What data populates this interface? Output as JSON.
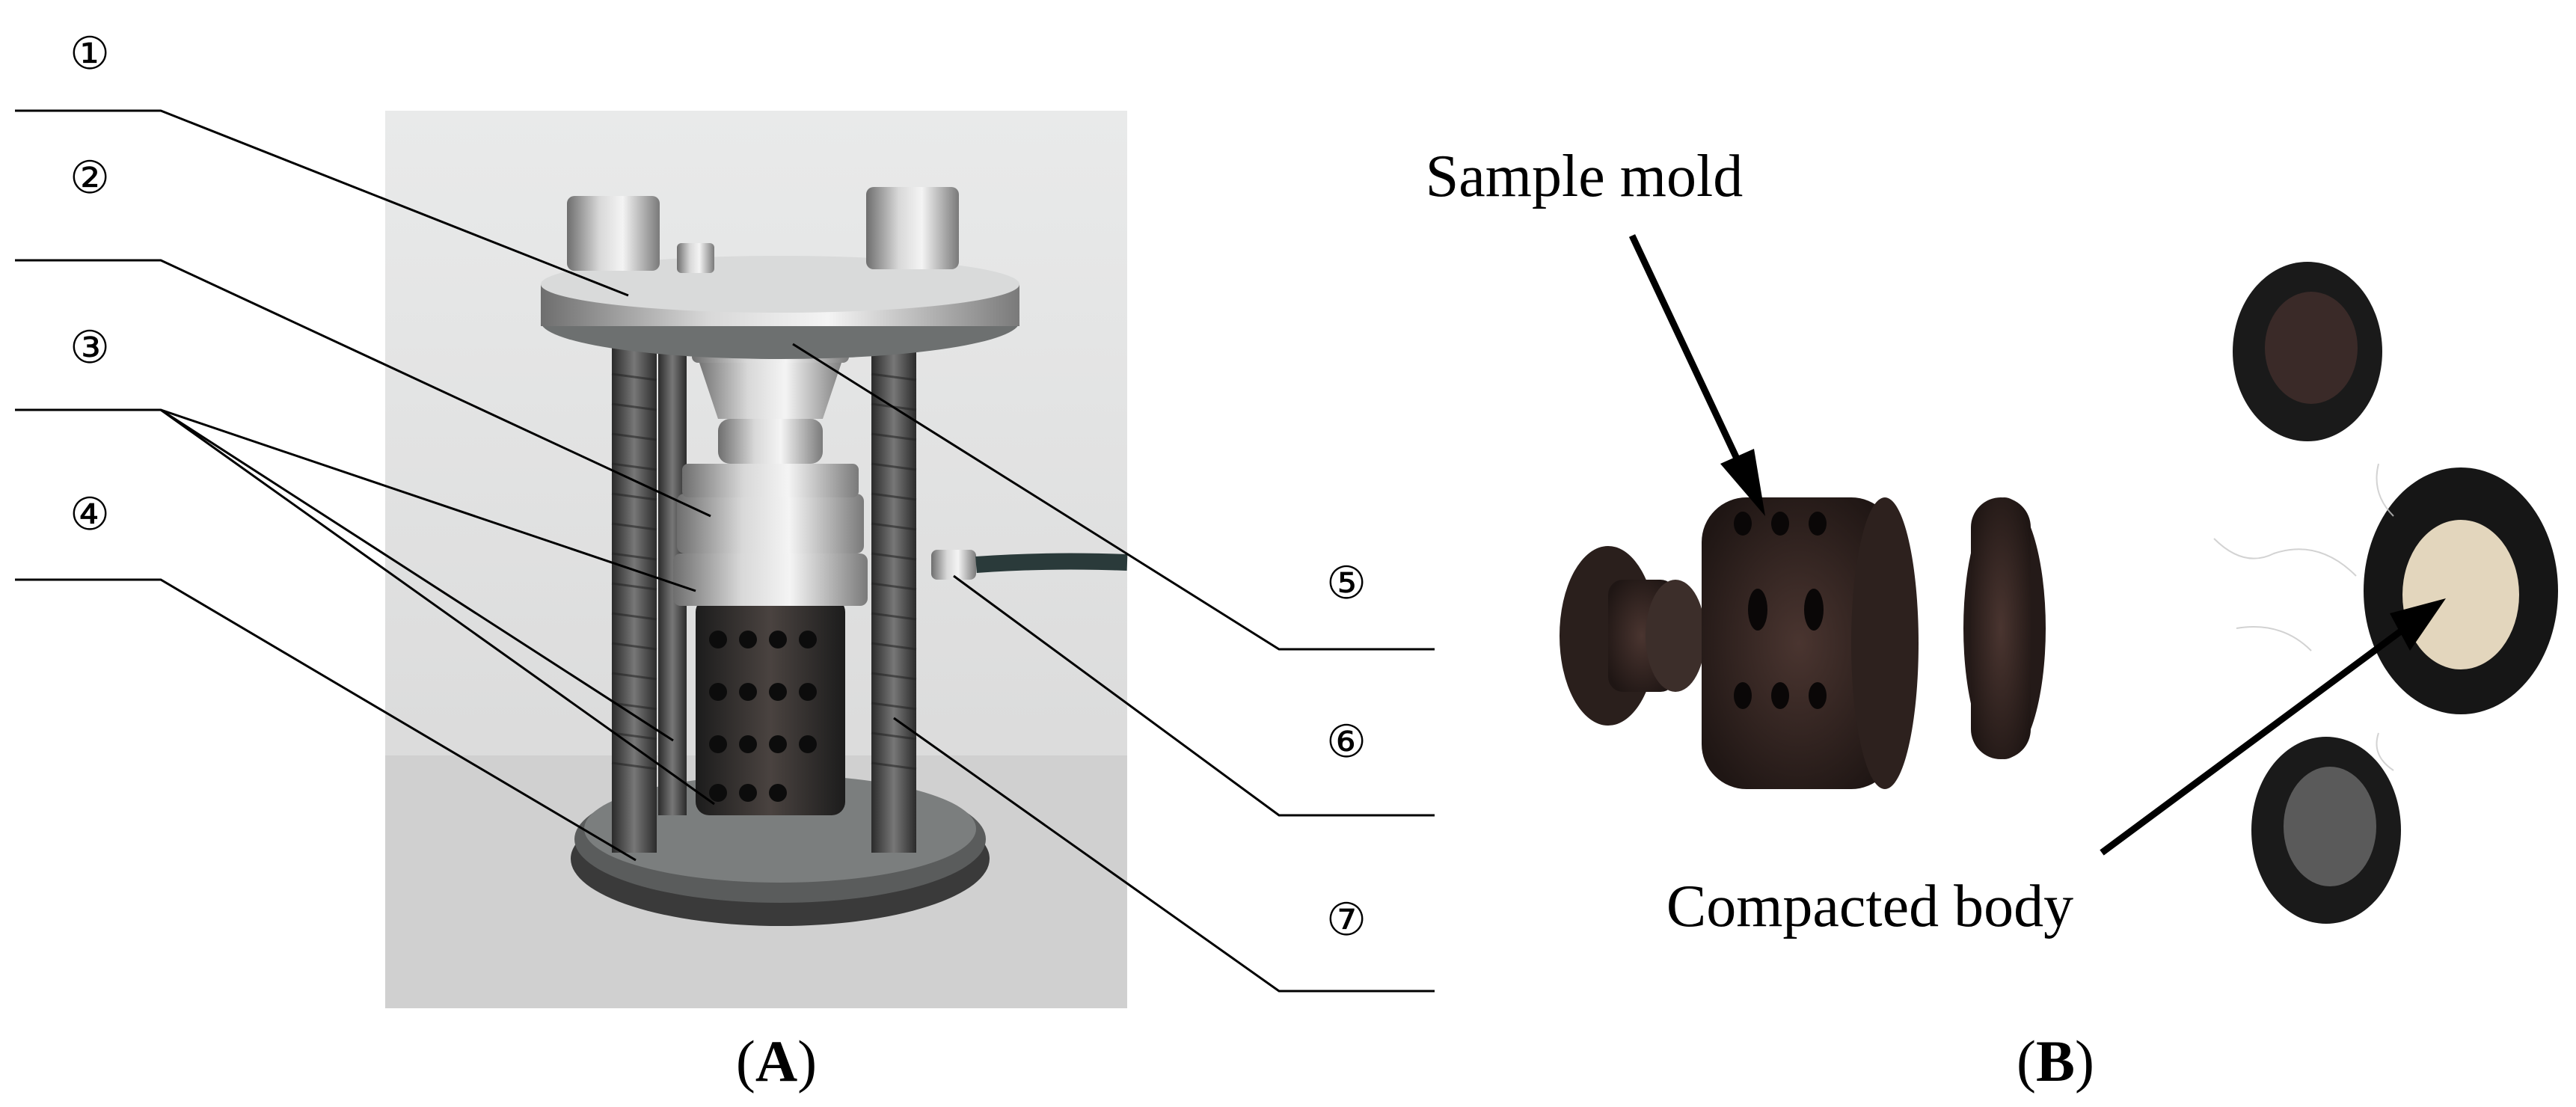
{
  "panel_a": {
    "caption": {
      "open": "(",
      "letter": "A",
      "close": ")"
    },
    "callouts": [
      "①",
      "②",
      "③",
      "④",
      "⑤",
      "⑥",
      "⑦"
    ]
  },
  "panel_b": {
    "caption": {
      "open": "(",
      "letter": "B",
      "close": ")"
    },
    "labels": {
      "sample_mold": "Sample mold",
      "compacted_body": "Compacted body"
    }
  }
}
